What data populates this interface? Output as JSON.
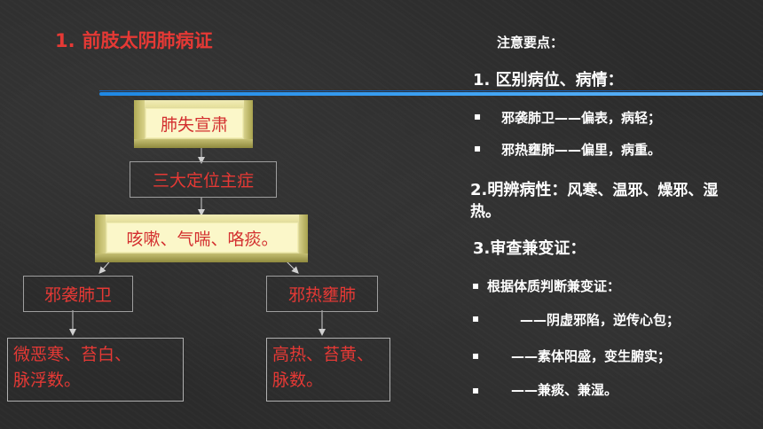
{
  "title": {
    "number": "1.",
    "text": "前肢太阴肺病证"
  },
  "flow": {
    "box1": "肺失宣肃",
    "box2": "三大定位主症",
    "box3": "咳嗽、气喘、咯痰。",
    "left_branch": "邪袭肺卫",
    "right_branch": "邪热壅肺",
    "left_detail": [
      "微恶寒、苔白、",
      "脉浮数。"
    ],
    "right_detail": [
      "高热、苔黄、",
      "脉数。"
    ]
  },
  "notes": {
    "heading": "注意要点：",
    "section1": {
      "title": "1. 区别病位、病情：",
      "items": [
        "邪袭肺卫——偏表，病轻；",
        "邪热壅肺——偏里，病重。"
      ]
    },
    "section2": {
      "lead": "2.明辨病性：",
      "text": "风寒、温邪、燥邪、湿热。"
    },
    "section3": {
      "title": "3.审查兼变证：",
      "sub": "根据体质判断兼变证：",
      "items": [
        "——阴虚邪陷，逆传心包；",
        "——素体阳盛，变生腑实；",
        "——兼痰、兼湿。"
      ]
    },
    "bullet_char": "▪"
  },
  "colors": {
    "accent_red": "#e53935",
    "rule_blue": "#1e88e5",
    "box_fill": "#fbf7c9",
    "background": "#2b2b2b"
  }
}
